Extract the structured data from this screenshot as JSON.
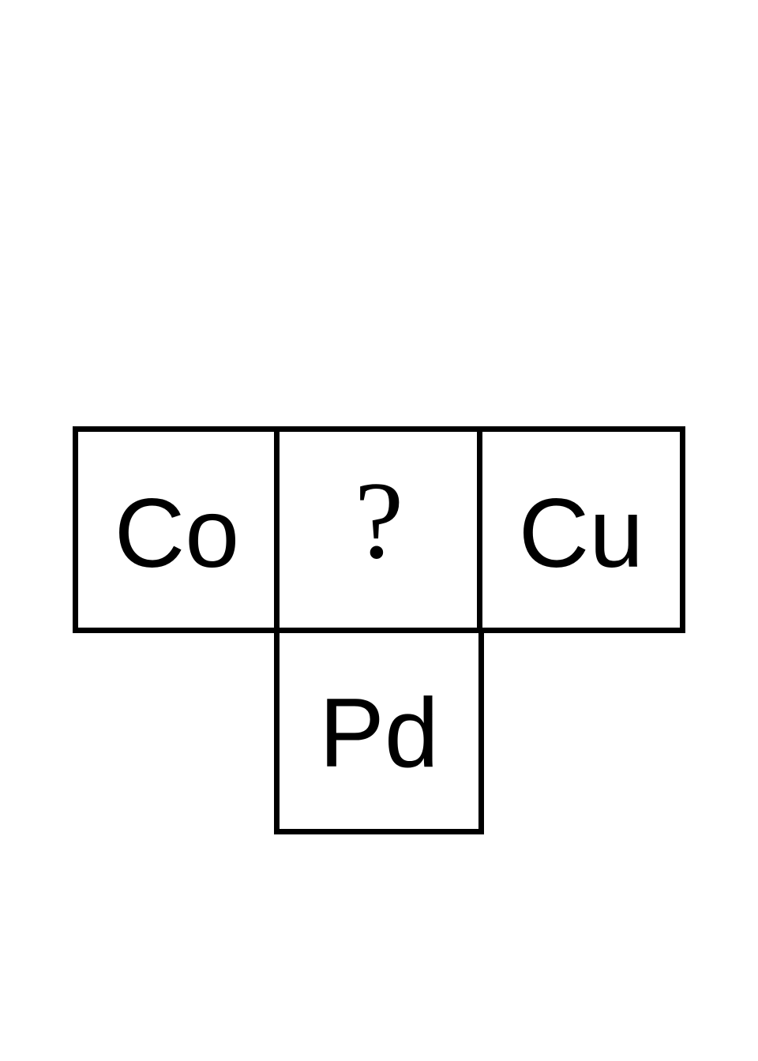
{
  "grid": {
    "left_cell": {
      "label": "Co"
    },
    "center_cell": {
      "label": "?"
    },
    "right_cell": {
      "label": "Cu"
    },
    "bottom_cell": {
      "label": "Pd"
    }
  },
  "colors": {
    "border": "#000000",
    "text": "#000000",
    "background": "#ffffff"
  }
}
